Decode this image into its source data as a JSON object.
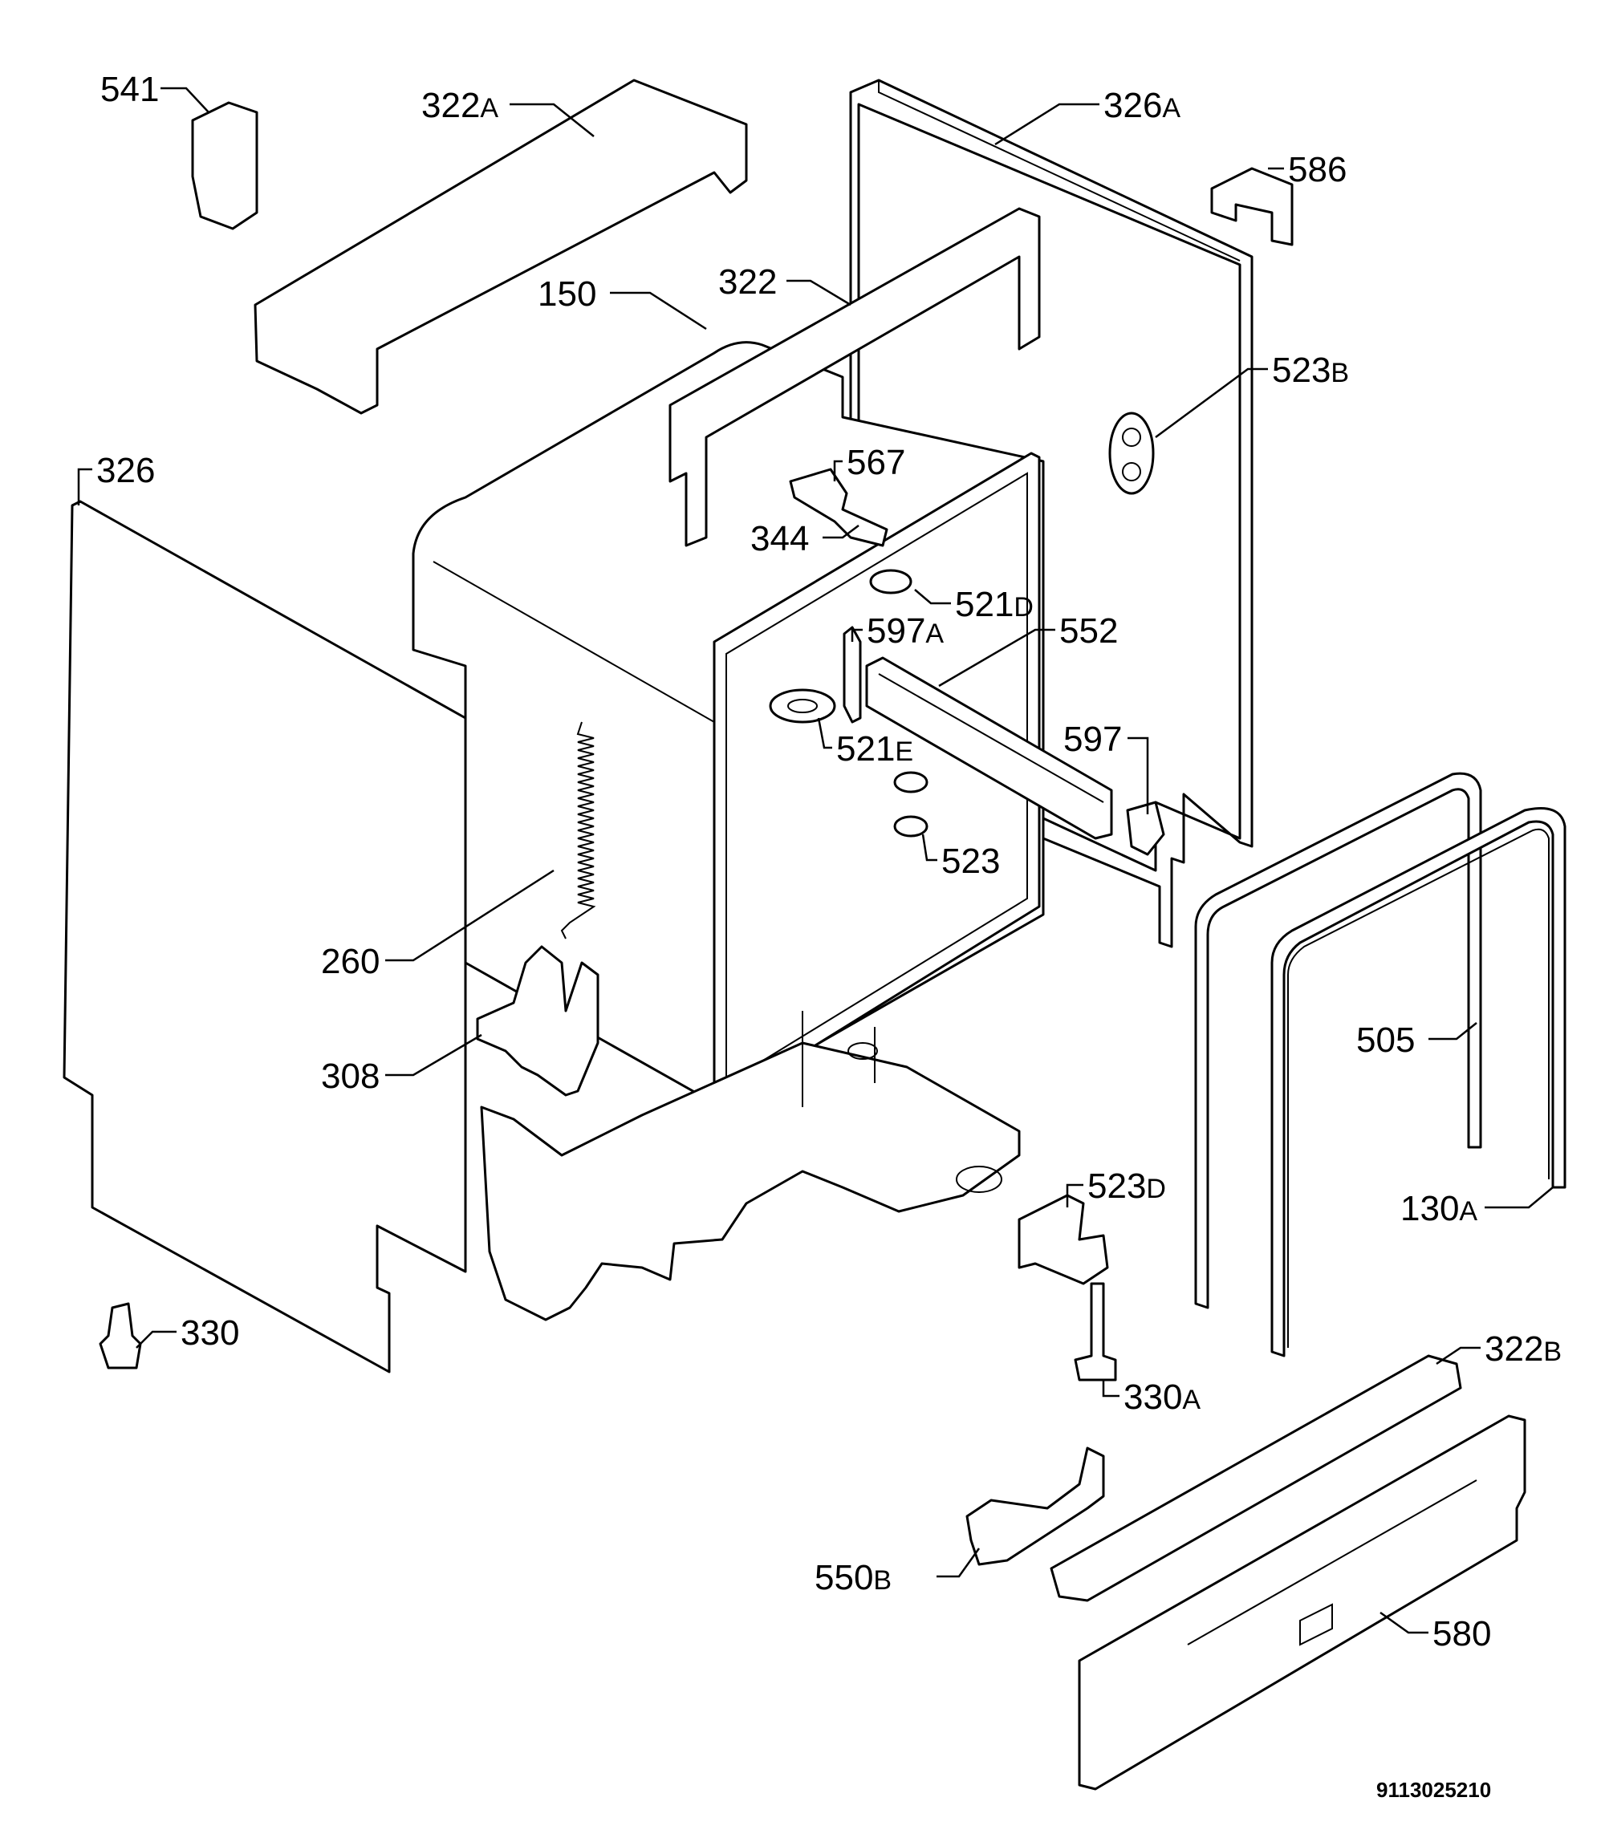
{
  "callouts": [
    {
      "id": "541",
      "num": "541",
      "suffix": ""
    },
    {
      "id": "322a",
      "num": "322",
      "suffix": "A"
    },
    {
      "id": "326a",
      "num": "326",
      "suffix": "A"
    },
    {
      "id": "586",
      "num": "586",
      "suffix": ""
    },
    {
      "id": "150",
      "num": "150",
      "suffix": ""
    },
    {
      "id": "322",
      "num": "322",
      "suffix": ""
    },
    {
      "id": "523b",
      "num": "523",
      "suffix": "B"
    },
    {
      "id": "326",
      "num": "326",
      "suffix": ""
    },
    {
      "id": "567",
      "num": "567",
      "suffix": ""
    },
    {
      "id": "344",
      "num": "344",
      "suffix": ""
    },
    {
      "id": "521d",
      "num": "521",
      "suffix": "D"
    },
    {
      "id": "597a",
      "num": "597",
      "suffix": "A"
    },
    {
      "id": "552",
      "num": "552",
      "suffix": ""
    },
    {
      "id": "521e",
      "num": "521",
      "suffix": "E"
    },
    {
      "id": "597",
      "num": "597",
      "suffix": ""
    },
    {
      "id": "523",
      "num": "523",
      "suffix": ""
    },
    {
      "id": "260",
      "num": "260",
      "suffix": ""
    },
    {
      "id": "505",
      "num": "505",
      "suffix": ""
    },
    {
      "id": "308",
      "num": "308",
      "suffix": ""
    },
    {
      "id": "523d",
      "num": "523",
      "suffix": "D"
    },
    {
      "id": "130a",
      "num": "130",
      "suffix": "A"
    },
    {
      "id": "330",
      "num": "330",
      "suffix": ""
    },
    {
      "id": "330a",
      "num": "330",
      "suffix": "A"
    },
    {
      "id": "322b",
      "num": "322",
      "suffix": "B"
    },
    {
      "id": "550b",
      "num": "550",
      "suffix": "B"
    },
    {
      "id": "580",
      "num": "580",
      "suffix": ""
    }
  ],
  "drawing_number": "9113025210"
}
